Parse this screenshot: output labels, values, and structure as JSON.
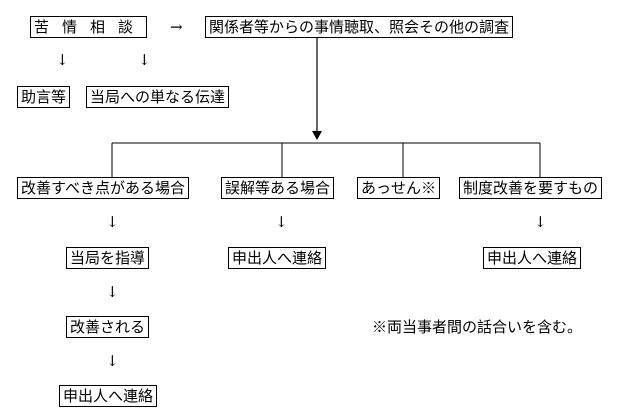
{
  "nodes": {
    "complaint": "苦情相談",
    "investigation": "関係者等からの事情聴取、照会その他の調査",
    "advice": "助言等",
    "transmit": "当局への単なる伝達",
    "improve_needed": "改善すべき点がある場合",
    "misunderstanding": "誤解等ある場合",
    "mediation": "あっせん※",
    "system_reform": "制度改善を要すもの",
    "guide_authority": "当局を指導",
    "contact_1": "申出人へ連絡",
    "contact_2": "申出人へ連絡",
    "improved": "改善される",
    "contact_3": "申出人へ連絡"
  },
  "note": "※両当事者間の話合いを含む。",
  "arrows": {
    "right": "→",
    "down": "↓"
  }
}
